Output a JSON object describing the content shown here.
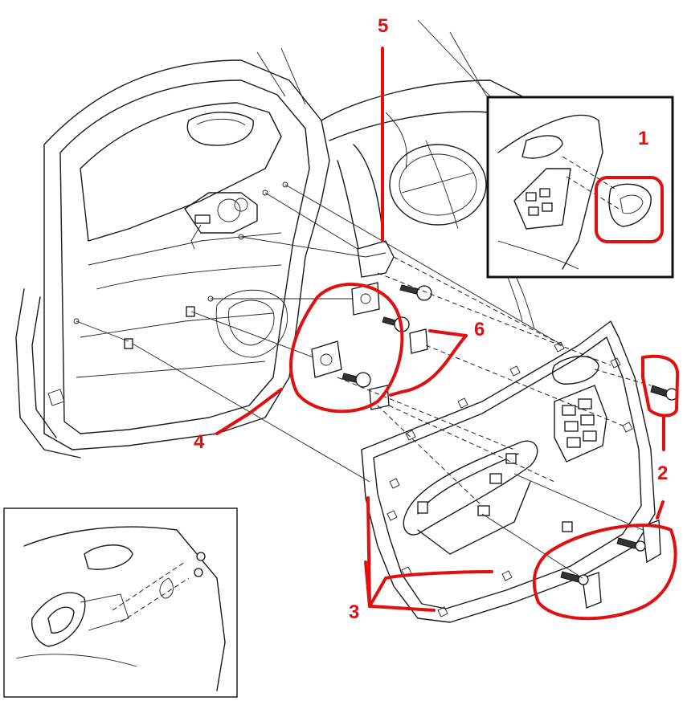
{
  "callouts": [
    {
      "id": "1",
      "text": "1"
    },
    {
      "id": "2",
      "text": "2"
    },
    {
      "id": "3",
      "text": "3"
    },
    {
      "id": "4",
      "text": "4"
    },
    {
      "id": "5",
      "text": "5"
    },
    {
      "id": "6",
      "text": "6"
    }
  ],
  "colors": {
    "annotation": "#e01010",
    "linework": "#1a1a1a",
    "background": "#ffffff"
  }
}
